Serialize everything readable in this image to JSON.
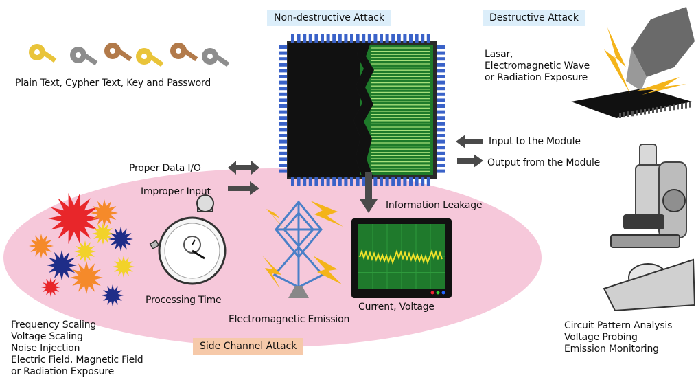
{
  "tags": {
    "non_destructive": "Non-destructive Attack",
    "destructive": "Destructive Attack",
    "side_channel": "Side Channel Attack"
  },
  "labels": {
    "keys": "Plain Text, Cypher Text, Key and Password",
    "destructive_lines": [
      "Lasar,",
      "Electromagnetic Wave",
      "or Radiation Exposure"
    ],
    "input_module": "Input to the Module",
    "output_module": "Output from the Module",
    "proper_io": "Proper Data I/O",
    "improper_input": "Improper Input",
    "info_leakage": "Information Leakage",
    "processing_time": "Processing Time",
    "current_voltage": "Current, Voltage",
    "em_emission": "Electromagnetic Emission",
    "left_list": [
      "Frequency Scaling",
      "Voltage Scaling",
      "Noise Injection",
      "Electric Field, Magnetic Field",
      "or Radiation Exposure"
    ],
    "right_list": [
      "Circuit Pattern Analysis",
      "Voltage Probing",
      "Emission Monitoring"
    ]
  },
  "colors": {
    "ellipse": "#f6c8da",
    "tag_blue": "#dceefa",
    "tag_pink": "#f6c9a9",
    "arrow": "#4a4a4a",
    "chip_black": "#111111",
    "chip_green": "#1e7a2a",
    "chip_pins": "#3a62c8",
    "scope_screen": "#1f7a2c",
    "scope_wave": "#f2e22a",
    "antenna": "#4a80c8",
    "bolt": "#f4b41a",
    "key_gold": "#e9c43a",
    "key_gray": "#8d8d8d",
    "key_bronze": "#b27a4a"
  },
  "icons": [
    "key-icon",
    "chip-icon",
    "laser-probe-icon",
    "microscope-icon",
    "stopwatch-icon",
    "antenna-icon",
    "oscilloscope-icon",
    "starburst-icon"
  ]
}
